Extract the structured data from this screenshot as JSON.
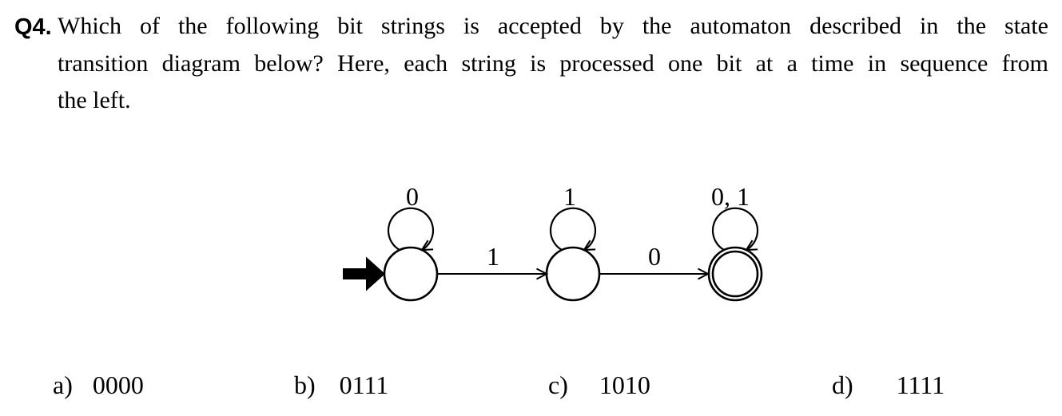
{
  "colors": {
    "background": "#ffffff",
    "ink": "#000000"
  },
  "question": {
    "number": "Q4.",
    "lines": [
      "Which of the following bit strings is accepted by the automaton described in the state",
      "transition diagram below? Here, each string is processed one bit at a time in sequence from",
      "the left."
    ]
  },
  "automaton": {
    "states": [
      {
        "self_loop_label": "0",
        "initial": true,
        "accepting": false
      },
      {
        "self_loop_label": "1",
        "initial": false,
        "accepting": false
      },
      {
        "self_loop_label": "0, 1",
        "initial": false,
        "accepting": true
      }
    ],
    "transitions": [
      {
        "from": 1,
        "to": 2,
        "label": "1"
      },
      {
        "from": 2,
        "to": 3,
        "label": "0"
      }
    ]
  },
  "options": [
    {
      "letter": "a)",
      "value": "0000"
    },
    {
      "letter": "b)",
      "value": "0111"
    },
    {
      "letter": "c)",
      "value": "1010"
    },
    {
      "letter": "d)",
      "value": "1111"
    }
  ]
}
